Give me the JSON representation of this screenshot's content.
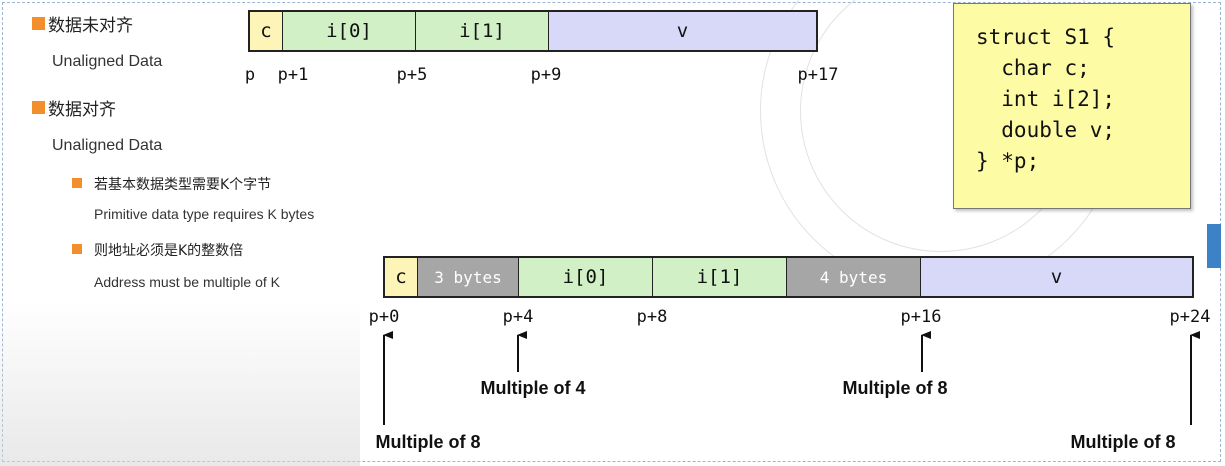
{
  "sections": {
    "unaligned": {
      "title_cn": "数据未对齐",
      "title_en": "Unaligned Data"
    },
    "aligned": {
      "title_cn": "数据对齐",
      "title_en": "Unaligned Data"
    },
    "rule1": {
      "cn": "若基本数据类型需要K个字节",
      "en": "Primitive data type requires K bytes"
    },
    "rule2": {
      "cn": "则地址必须是K的整数倍",
      "en": "Address must be multiple of K"
    }
  },
  "unaligned_layout": {
    "cells": [
      {
        "label": "c",
        "kind": "char",
        "bytes": 1
      },
      {
        "label": "i[0]",
        "kind": "int",
        "bytes": 4
      },
      {
        "label": "i[1]",
        "kind": "int",
        "bytes": 4
      },
      {
        "label": "v",
        "kind": "double",
        "bytes": 8
      }
    ],
    "addresses": [
      "p",
      "p+1",
      "p+5",
      "p+9",
      "p+17"
    ]
  },
  "aligned_layout": {
    "cells": [
      {
        "label": "c",
        "kind": "char",
        "bytes": 1
      },
      {
        "label": "3 bytes",
        "kind": "pad",
        "bytes": 3
      },
      {
        "label": "i[0]",
        "kind": "int",
        "bytes": 4
      },
      {
        "label": "i[1]",
        "kind": "int",
        "bytes": 4
      },
      {
        "label": "4 bytes",
        "kind": "pad",
        "bytes": 4
      },
      {
        "label": "v",
        "kind": "double",
        "bytes": 8
      }
    ],
    "addresses": [
      "p+0",
      "p+4",
      "p+8",
      "p+16",
      "p+24"
    ],
    "annotations": [
      "Multiple of 8",
      "Multiple of 4",
      "Multiple of 8",
      "Multiple of 8"
    ]
  },
  "code": [
    "struct S1 {",
    "  char c;",
    "  int i[2];",
    "  double v;",
    "} *p;"
  ],
  "colors": {
    "bullet": "#f28e2b",
    "char": "#fdf5b8",
    "int": "#d1f0c6",
    "double": "#d8d8f8",
    "padding": "#a6a6a6",
    "code_bg": "#fefba5"
  }
}
